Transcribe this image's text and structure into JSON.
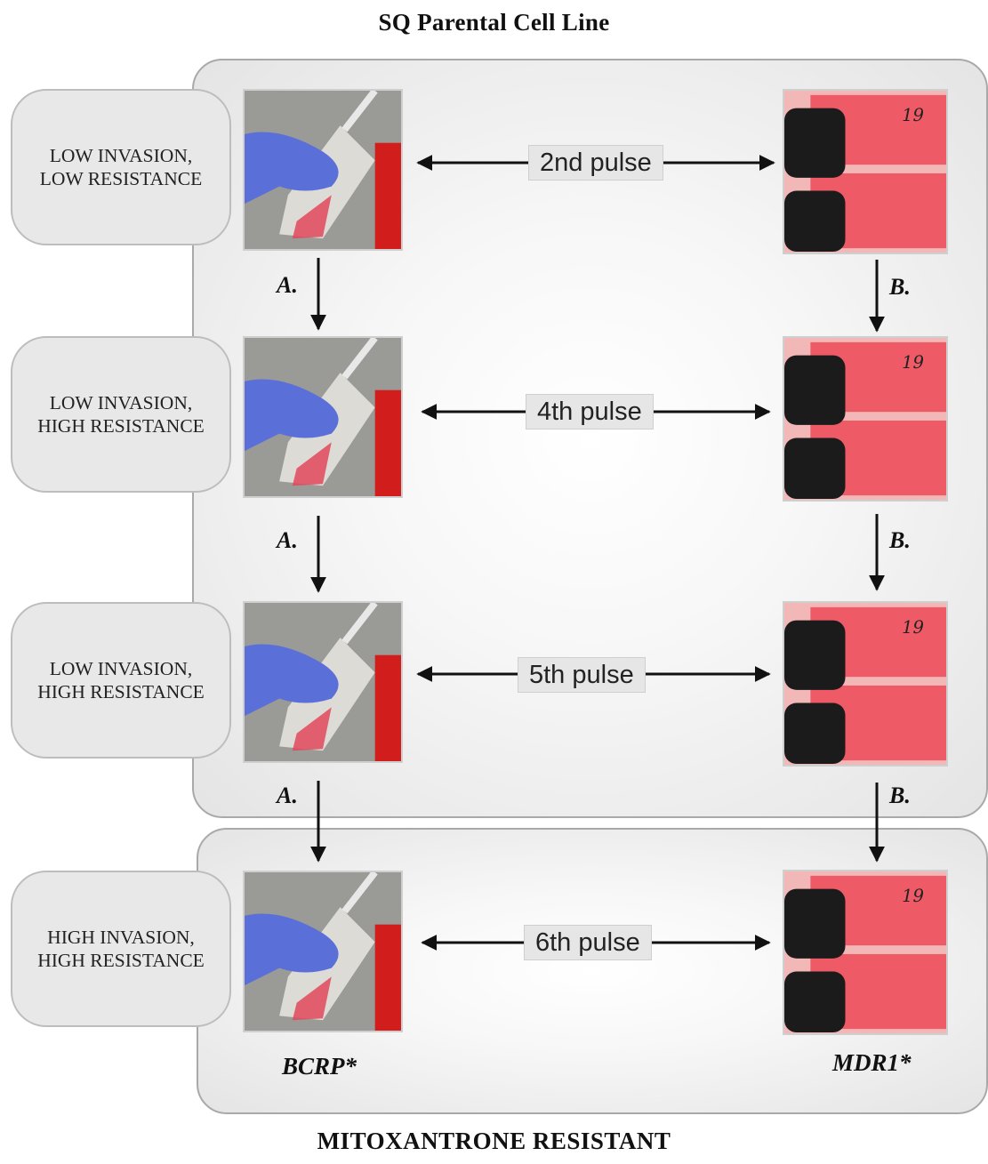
{
  "title_top": "SQ Parental Cell Line",
  "title_bottom": "MITOXANTRONE RESISTANT",
  "states": [
    {
      "line1": "LOW INVASION,",
      "line2": "LOW RESISTANCE"
    },
    {
      "line1": "LOW INVASION,",
      "line2": "HIGH RESISTANCE"
    },
    {
      "line1": "LOW INVASION,",
      "line2": "HIGH RESISTANCE"
    },
    {
      "line1": "HIGH INVASION,",
      "line2": "HIGH RESISTANCE"
    }
  ],
  "pulses": [
    "2nd pulse",
    "4th pulse",
    "5th pulse",
    "6th pulse"
  ],
  "step_left": "A.",
  "step_right": "B.",
  "gene_left": "BCRP*",
  "gene_right": "MDR1*",
  "flask_label": "19",
  "colors": {
    "glove": "#5b6fd8",
    "medium": "#e0485a",
    "panel_border": "#a9a9a9",
    "box_fill": "#e8e8e8"
  }
}
